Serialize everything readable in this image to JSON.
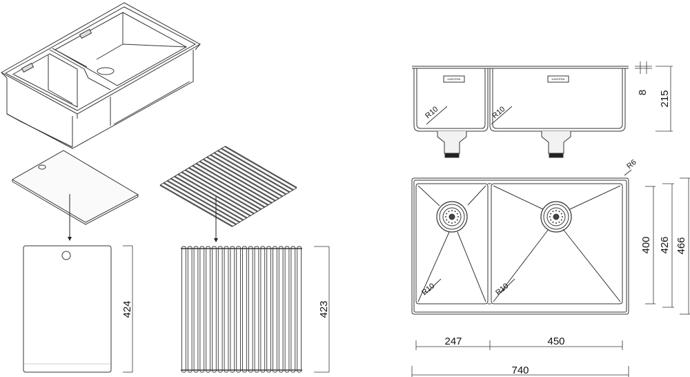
{
  "board": {
    "height": "424"
  },
  "mat": {
    "height": "423"
  },
  "side_view": {
    "thickness": "8",
    "depth": "215",
    "bowl1_radius": "R10",
    "bowl2_radius": "R10",
    "brand1": "KANTERA",
    "brand2": "KANTERA"
  },
  "top_view": {
    "corner_radius": "R6",
    "bowl1_radius": "R10",
    "bowl2_radius": "R10",
    "inner_height": "400",
    "bowl_height": "426",
    "overall_height": "466",
    "bowl1_width": "247",
    "bowl2_width": "450",
    "overall_width": "740"
  },
  "colors": {
    "line": "#222222",
    "fill_light": "#f4f4f4"
  }
}
